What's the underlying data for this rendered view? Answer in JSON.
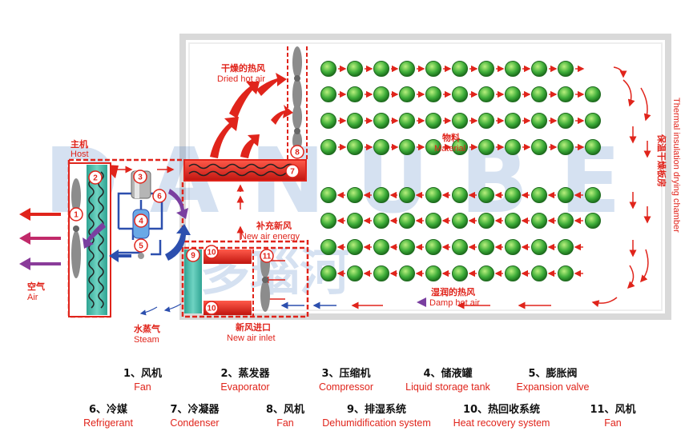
{
  "labels": {
    "host_cn": "主机",
    "host_en": "Host",
    "air_cn": "空气",
    "air_en": "Air",
    "steam_cn": "水蒸气",
    "steam_en": "Steam",
    "new_air_inlet_cn": "新风进口",
    "new_air_inlet_en": "New air inlet",
    "new_air_energy_cn": "补充新风",
    "new_air_energy_en": "New air energy",
    "dried_hot_air_cn": "干燥的热风",
    "dried_hot_air_en": "Dried hot air",
    "material_cn": "物料",
    "material_en": "Material",
    "damp_hot_air_cn": "湿润的热风",
    "damp_hot_air_en": "Damp hot air",
    "chamber_cn": "保温干燥板房",
    "chamber_en": "Thermal insulation drying chamber"
  },
  "watermark": {
    "latin": "DANUBE",
    "cn": "多瑙河"
  },
  "component_numbers": [
    "1",
    "2",
    "3",
    "4",
    "5",
    "6",
    "7",
    "8",
    "9",
    "10",
    "10",
    "11"
  ],
  "legend": [
    {
      "cn": "1、风机",
      "en": "Fan"
    },
    {
      "cn": "2、蒸发器",
      "en": "Evaporator"
    },
    {
      "cn": "3、压缩机",
      "en": "Compressor"
    },
    {
      "cn": "4、储液罐",
      "en": "Liquid storage tank"
    },
    {
      "cn": "5、膨胀阀",
      "en": "Expansion valve"
    },
    {
      "cn": "6、冷媒",
      "en": "Refrigerant"
    },
    {
      "cn": "7、冷凝器",
      "en": "Condenser"
    },
    {
      "cn": "8、风机",
      "en": "Fan"
    },
    {
      "cn": "9、排湿系统",
      "en": "Dehumidification system"
    },
    {
      "cn": "10、热回收系统",
      "en": "Heat recovery system"
    },
    {
      "cn": "11、风机",
      "en": "Fan"
    }
  ],
  "colors": {
    "red": "#e0241b",
    "blue": "#2c4fae",
    "purple": "#7a3fa0",
    "teal": "#3fb5a6",
    "green": "#3fae3a",
    "wall": "#d9d9d9"
  }
}
